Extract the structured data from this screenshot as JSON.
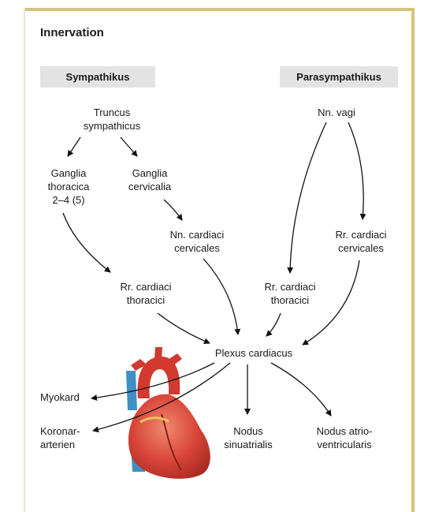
{
  "title": "Innervation",
  "headers": {
    "sympathikus": "Sympathikus",
    "parasympathikus": "Parasympathikus"
  },
  "nodes": {
    "truncus": [
      "Truncus",
      "sympathicus"
    ],
    "ganglia_thoracica": [
      "Ganglia",
      "thoracica",
      "2–4 (5)"
    ],
    "ganglia_cervicalia": [
      "Ganglia",
      "cervicalia"
    ],
    "nn_cardiaci_cervicales": [
      "Nn. cardiaci",
      "cervicales"
    ],
    "rr_cardiaci_thoracici_symp": [
      "Rr. cardiaci",
      "thoracici"
    ],
    "nn_vagi": [
      "Nn. vagi"
    ],
    "rr_cardiaci_cervicales": [
      "Rr. cardiaci",
      "cervicales"
    ],
    "rr_cardiaci_thoracici_para": [
      "Rr. cardiaci",
      "thoracici"
    ],
    "plexus": [
      "Plexus cardiacus"
    ],
    "myokard": [
      "Myokard"
    ],
    "koronararterien": [
      "Koronar-",
      "arterien"
    ],
    "nodus_sinuatrialis": [
      "Nodus",
      "sinuatrialis"
    ],
    "nodus_atrioventricularis": [
      "Nodus atrio-",
      "ventricularis"
    ]
  },
  "colors": {
    "header_bg": "#e3e3e3",
    "frame": "#d6c37e",
    "heart": "#c8342c",
    "vessel_blue": "#3f8fc4"
  }
}
